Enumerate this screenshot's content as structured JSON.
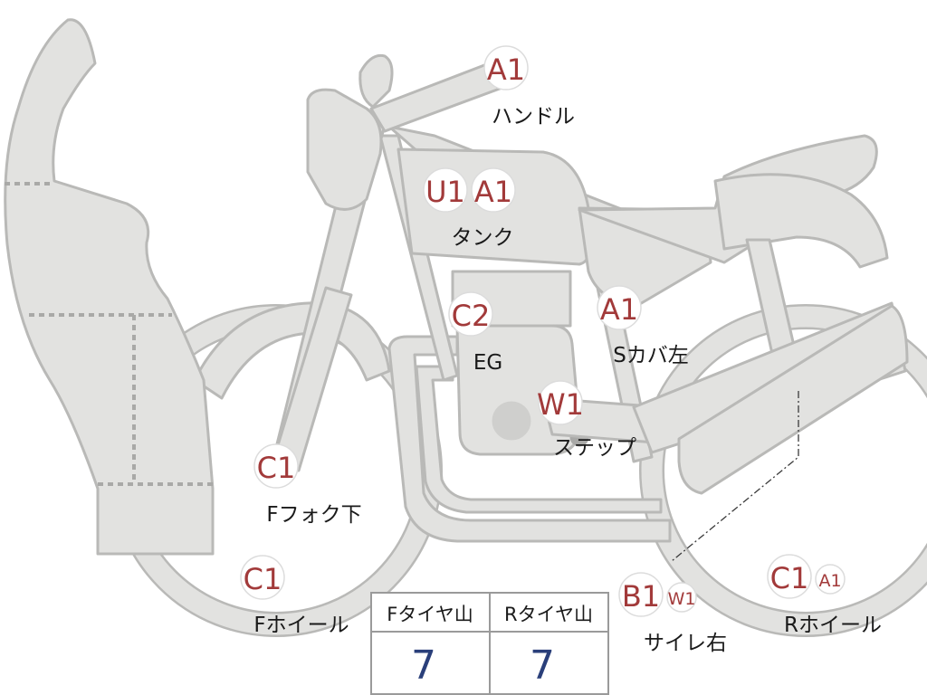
{
  "colors": {
    "body_fill": "#e2e2e0",
    "body_stroke": "#b9b9b7",
    "badge_text": "#a23a3a",
    "label_text": "#1a1a1a",
    "table_value": "#2a3f7a"
  },
  "points": {
    "handle": {
      "badges": [
        "A1"
      ],
      "label": "ハンドル"
    },
    "tank": {
      "badges": [
        "U1",
        "A1"
      ],
      "label": "タンク"
    },
    "engine": {
      "badges": [
        "C2"
      ],
      "label": "EG"
    },
    "side_cover": {
      "badges": [
        "A1"
      ],
      "label": "Sカバ左"
    },
    "step": {
      "badges": [
        "W1"
      ],
      "label": "ステップ"
    },
    "front_fork": {
      "badges": [
        "C1"
      ],
      "label": "Fフォク下"
    },
    "front_wheel": {
      "badges": [
        "C1"
      ],
      "label": "Fホイール"
    },
    "muffler": {
      "badges": [
        "B1",
        "W1"
      ],
      "label": "サイレ右"
    },
    "rear_wheel": {
      "badges": [
        "C1",
        "A1"
      ],
      "label": "Rホイール"
    }
  },
  "tread_table": {
    "front_header": "Fタイヤ山",
    "rear_header": "Rタイヤ山",
    "front_value": "7",
    "rear_value": "7"
  }
}
